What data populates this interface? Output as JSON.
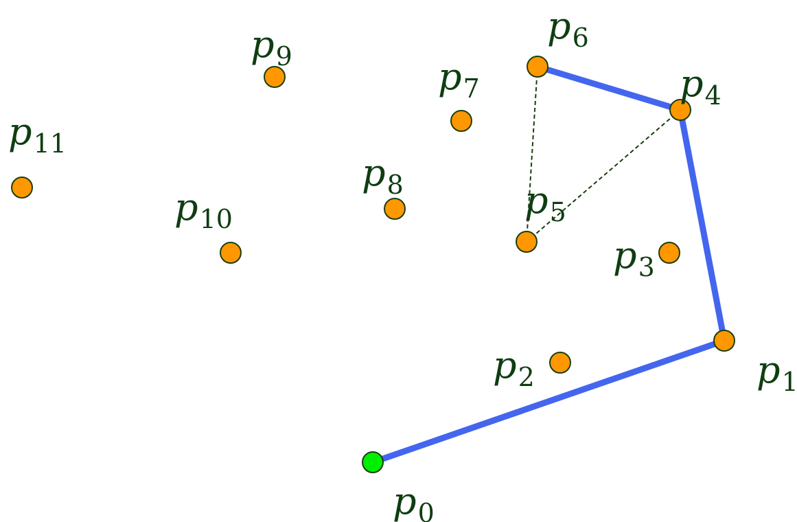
{
  "colors": {
    "background": "#ffffff",
    "point_fill": "#ff9800",
    "start_point_fill": "#00ee00",
    "point_stroke": "#1a3d10",
    "hull_edge": "#4466ee",
    "candidate_edge": "#1a3d10",
    "label": "#0f3d12"
  },
  "points": [
    {
      "id": "p0",
      "letter": "p",
      "index": "0",
      "role": "start"
    },
    {
      "id": "p1",
      "letter": "p",
      "index": "1",
      "role": "hull"
    },
    {
      "id": "p2",
      "letter": "p",
      "index": "2",
      "role": "point"
    },
    {
      "id": "p3",
      "letter": "p",
      "index": "3",
      "role": "point"
    },
    {
      "id": "p4",
      "letter": "p",
      "index": "4",
      "role": "hull"
    },
    {
      "id": "p5",
      "letter": "p",
      "index": "5",
      "role": "candidate"
    },
    {
      "id": "p6",
      "letter": "p",
      "index": "6",
      "role": "hull"
    },
    {
      "id": "p7",
      "letter": "p",
      "index": "7",
      "role": "point"
    },
    {
      "id": "p8",
      "letter": "p",
      "index": "8",
      "role": "point"
    },
    {
      "id": "p9",
      "letter": "p",
      "index": "9",
      "role": "point"
    },
    {
      "id": "p10",
      "letter": "p",
      "index": "10",
      "role": "point"
    },
    {
      "id": "p11",
      "letter": "p",
      "index": "11",
      "role": "point"
    }
  ],
  "hull_edges": [
    [
      "p0",
      "p1"
    ],
    [
      "p1",
      "p4"
    ],
    [
      "p4",
      "p6"
    ]
  ],
  "candidate_edges": [
    [
      "p6",
      "p5"
    ],
    [
      "p4",
      "p5"
    ]
  ]
}
